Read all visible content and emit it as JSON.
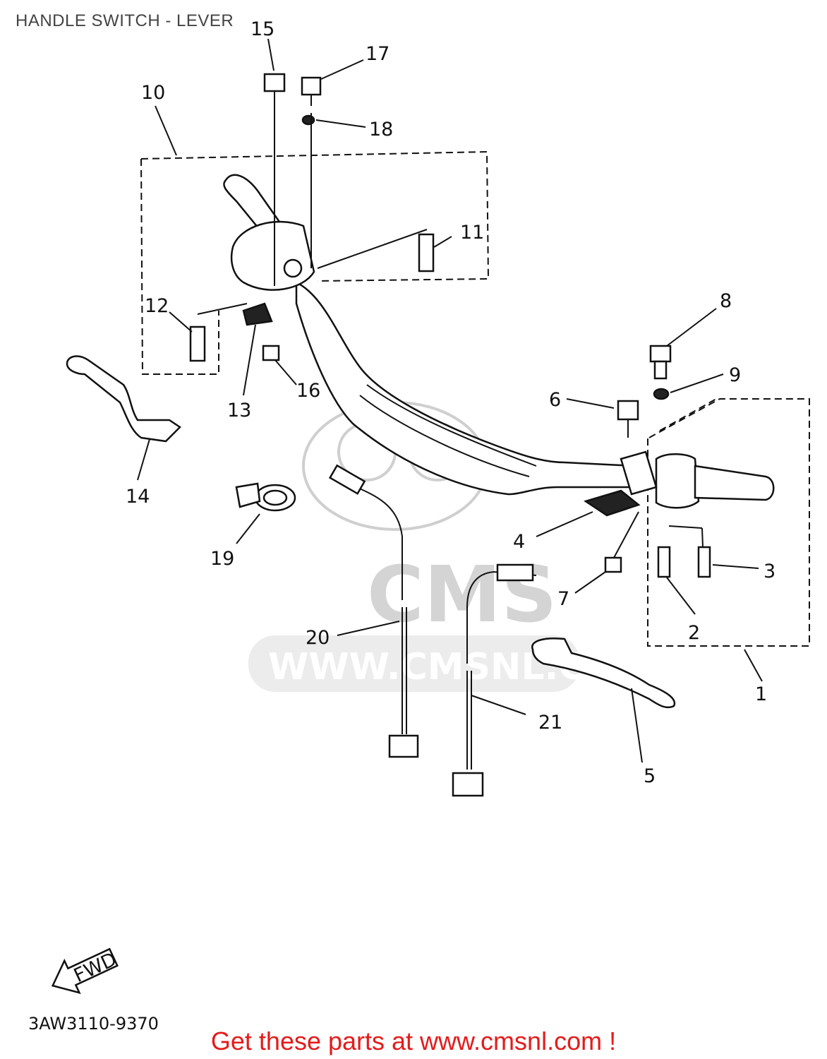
{
  "title": "HANDLE SWITCH - LEVER",
  "watermark": {
    "logo": "CMS",
    "url": "WWW.CMSNL.COM"
  },
  "callouts": [
    "1",
    "2",
    "3",
    "4",
    "5",
    "6",
    "7",
    "8",
    "9",
    "10",
    "11",
    "12",
    "13",
    "14",
    "15",
    "16",
    "17",
    "18",
    "19",
    "20",
    "21"
  ],
  "fwd_label": "FWD",
  "drawing_code": "3AW3110-9370",
  "footer": "Get these parts at www.cmsnl.com !",
  "colors": {
    "footer": "#e41b1b",
    "ink": "#111111",
    "watermark": "#d0d0d0"
  }
}
